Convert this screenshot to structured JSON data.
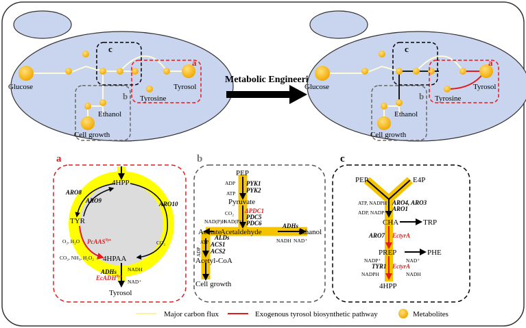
{
  "title_arrow": "Metabolic Engineering",
  "cell_left": {
    "labels": {
      "glucose": "Glucose",
      "tyrosol": "Tyrosol",
      "tyrosine": "Tyrosine",
      "ethanol": "Ethanol",
      "cell_growth": "Cell growth"
    },
    "box_labels": {
      "a": "a",
      "b": "b",
      "c": "c"
    }
  },
  "cell_right": {
    "labels": {
      "glucose": "Glucose",
      "tyrosol": "Tyrosol",
      "tyrosine": "Tyrosine",
      "ethanol": "Ethanol",
      "cell_growth": "Cell growth"
    },
    "box_labels": {
      "a": "a",
      "b": "b",
      "c": "c"
    }
  },
  "panel_a": {
    "letter": "a",
    "metabolites": {
      "hpp": "4HPP",
      "tyr": "TYR",
      "hpaa": "4HPAA",
      "tyrosol": "Tyrosol"
    },
    "enzymes": {
      "aro8": "ARO8",
      "aro9": "ARO9",
      "aro10": "ARO10",
      "pcaas": "PcAAS",
      "pcaas_sup": "Sys",
      "adhs": "ADHs",
      "ecadh": "EcADH",
      "ecadh_sup": "Sys"
    },
    "cofactors": {
      "o2": "O₂, H₂O",
      "co2_right": "CO₂",
      "byproducts": "CO₂, NH₃, H₂O₂",
      "nadh": "NADH",
      "nad": "NAD⁺"
    }
  },
  "panel_b": {
    "letter": "b",
    "metabolites": {
      "pep": "PEP",
      "pyruvate": "Pyruvate",
      "acetaldehyde": "Acetaldehyde",
      "ethanol": "Ethanol",
      "acetate": "Acetate",
      "acetyl_coa": "Acetyl-CoA",
      "cell_growth": "Cell growth"
    },
    "enzymes": {
      "pyk1": "PYK1",
      "pyk2": "PYK2",
      "pdc1": "ΔPDC1",
      "pdc5": "PDC5",
      "pdc6": "PDC6",
      "adhs": "ADHs",
      "alds": "ALDs",
      "acs1": "ACS1",
      "acs2": "ACS2"
    },
    "cofactors": {
      "adp": "ADP",
      "atp": "ATP",
      "co2": "CO₂",
      "nadph": "NAD(P)H",
      "nadp": "NAD(P)⁺",
      "nadh": "NADH",
      "nad": "NAD⁺",
      "adp2": "ADP",
      "atp2": "ATP"
    }
  },
  "panel_c": {
    "letter": "c",
    "metabolites": {
      "pep": "PEP",
      "e4p": "E4P",
      "cha": "CHA",
      "trp": "TRP",
      "prep": "PREP",
      "phe": "PHE",
      "hpp": "4HPP"
    },
    "enzymes": {
      "aro4": "ARO4, ARO3",
      "aro1": "ARO1",
      "aro7": "ARO7",
      "ectyra1": "EctyrA",
      "tyr1": "TYR1",
      "ectyra2": "EctyrA"
    },
    "cofactors": {
      "atp": "ATP, NADPH",
      "adp": "ADP, NADP⁺",
      "nadp": "NADP⁺",
      "nadph": "NADPH",
      "nad": "NAD⁺",
      "nadh": "NADH"
    }
  },
  "legend": {
    "major_flux": "Major carbon flux",
    "exogenous": "Exogenous tyrosol biosynthetic pathway",
    "metabolites": "Metabolites"
  },
  "colors": {
    "cell_fill": "#c9d5ee",
    "flux_yellow": "#ffff00",
    "metabolite": "#f7b800",
    "exogenous_red": "#e41a1c",
    "box_a": "#e41a1c",
    "box_b": "#555555",
    "box_c": "#000000",
    "highlight": "#f5c400"
  }
}
